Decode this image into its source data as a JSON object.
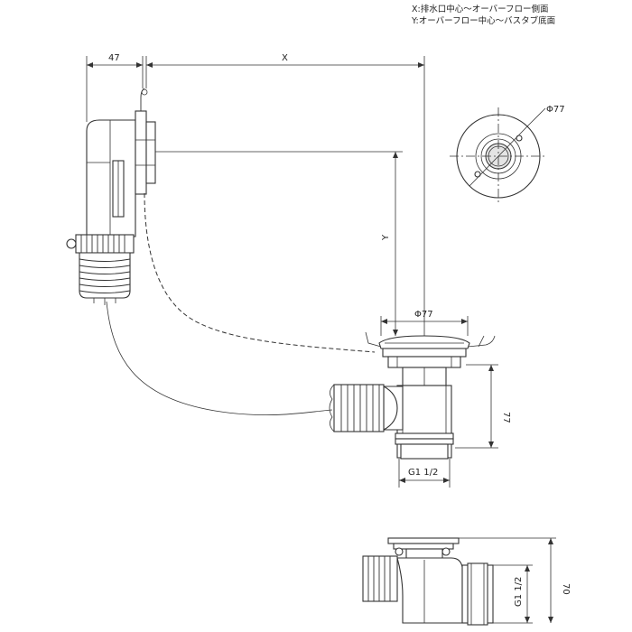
{
  "notes": [
    "X:排水口中心～オーバーフロー側面",
    "Y:オーバーフロー中心～バスタブ底面"
  ],
  "dimensions": {
    "overflow_width": "47",
    "x": "X",
    "y": "Y",
    "drain_diameter": "Φ77",
    "overflow_diameter": "Φ77",
    "drain_height": "77",
    "drain_thread": "G1 1/2",
    "side_thread": "G1 1/2",
    "side_height": "70"
  },
  "colors": {
    "line": "#333333",
    "shade": "#e4e4e4"
  }
}
